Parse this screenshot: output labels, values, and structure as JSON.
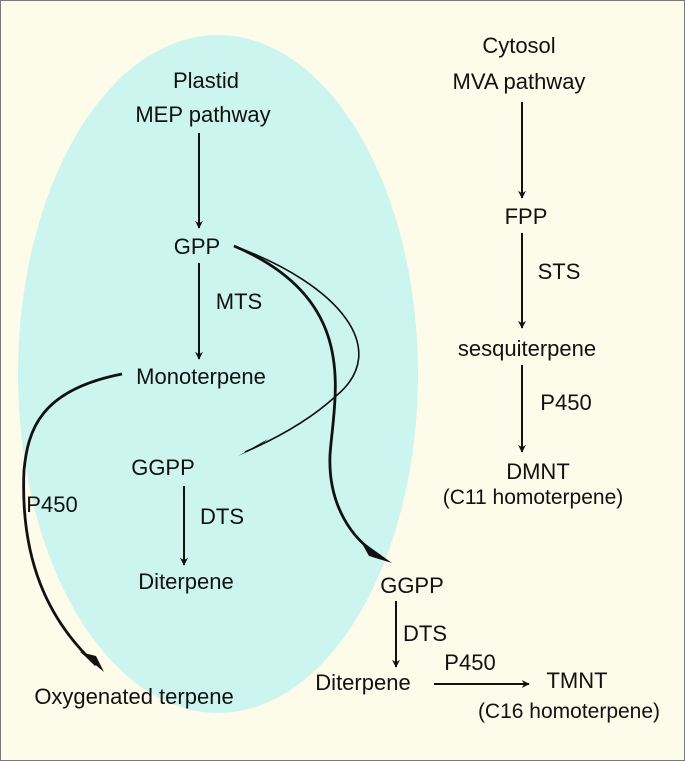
{
  "colors": {
    "background": "#fdfbe9",
    "plastid_fill": "#cdf5ef",
    "ink": "#111111",
    "border": "#7a7a7a"
  },
  "plastid": {
    "title": "Plastid",
    "pathway": "MEP pathway",
    "gpp": "GPP",
    "mts": "MTS",
    "monoterpene": "Monoterpene",
    "ggpp": "GGPP",
    "dts": "DTS",
    "diterpene": "Diterpene"
  },
  "cytosol": {
    "title": "Cytosol",
    "pathway": "MVA pathway",
    "fpp": "FPP",
    "sts": "STS",
    "sesquiterpene": "sesquiterpene",
    "p450": "P450",
    "dmnt": "DMNT",
    "dmnt_note": "(C11 homoterpene)"
  },
  "outside": {
    "p450_left": "P450",
    "oxygenated": "Oxygenated terpene",
    "ggpp": "GGPP",
    "dts": "DTS",
    "diterpene": "Diterpene",
    "p450": "P450",
    "tmnt": "TMNT",
    "tmnt_note": "(C16 homoterpene)"
  }
}
